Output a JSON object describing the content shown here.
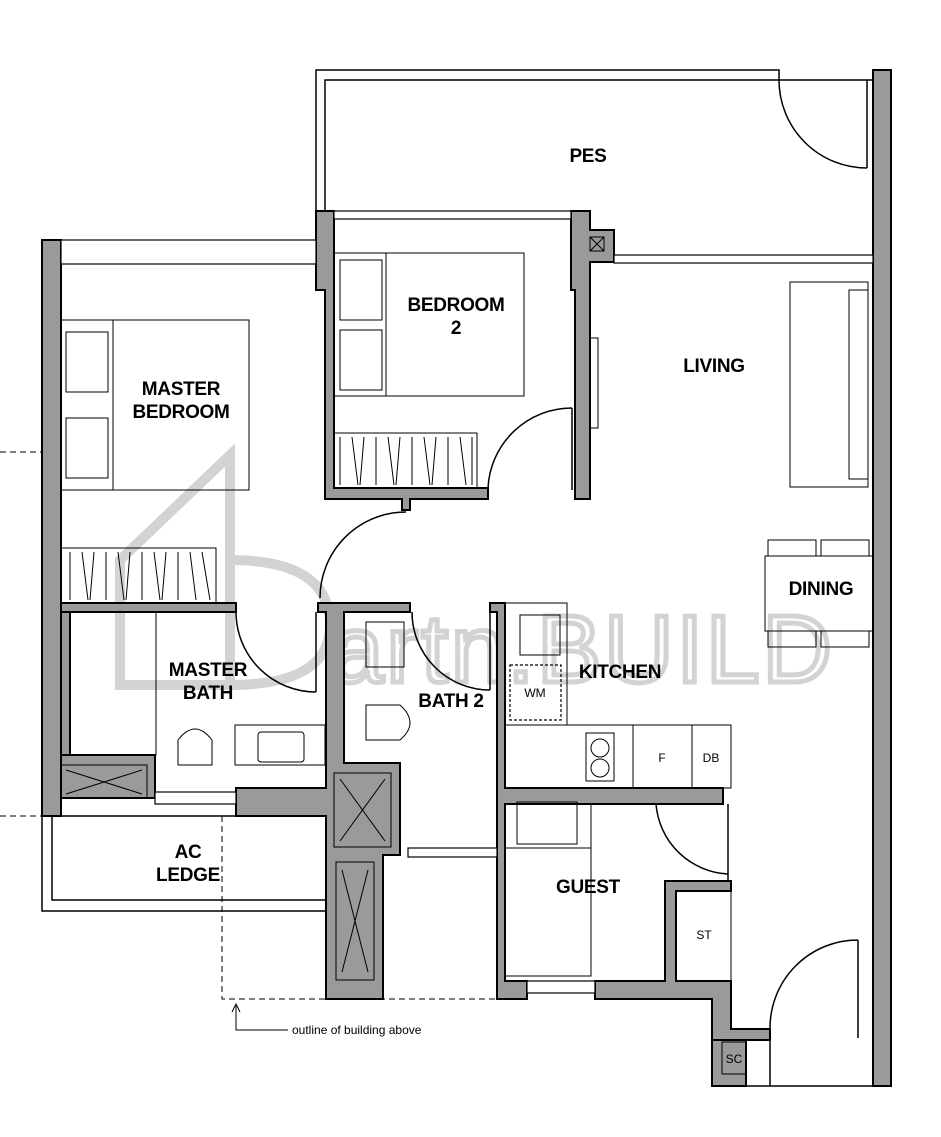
{
  "rooms": {
    "pes": "PES",
    "bedroom2_line1": "BEDROOM",
    "bedroom2_line2": "2",
    "living": "LIVING",
    "master_bedroom_line1": "MASTER",
    "master_bedroom_line2": "BEDROOM",
    "dining": "DINING",
    "master_bath_line1": "MASTER",
    "master_bath_line2": "BATH",
    "kitchen": "KITCHEN",
    "bath2": "BATH 2",
    "ac_ledge_line1": "AC",
    "ac_ledge_line2": "LEDGE",
    "guest": "GUEST"
  },
  "fixtures": {
    "washing_machine": "WM",
    "fridge": "F",
    "db": "DB",
    "store": "ST",
    "shelter_cupboard": "SC"
  },
  "annotations": {
    "outline_note": "outline of building above"
  },
  "watermark": {
    "text": "artn.BUILD"
  }
}
